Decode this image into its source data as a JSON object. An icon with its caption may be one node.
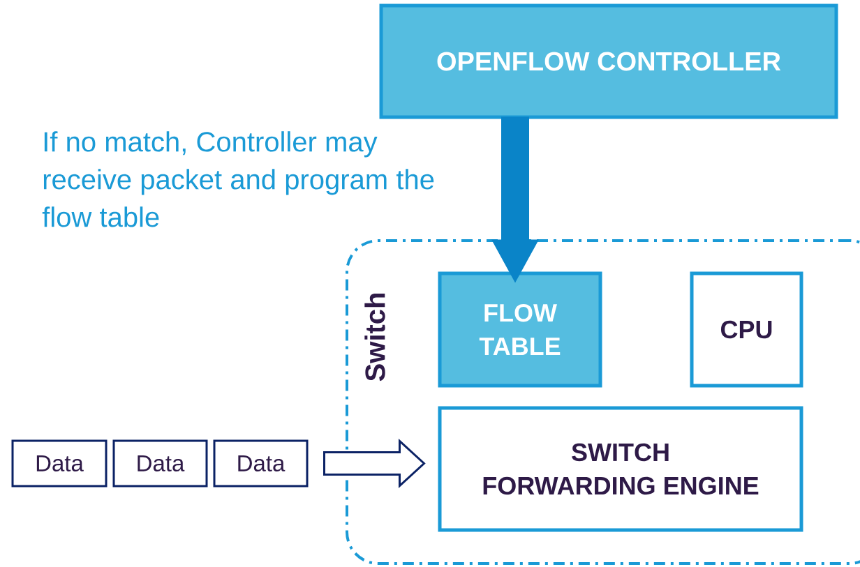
{
  "diagram": {
    "nodes": [
      {
        "text": [
          "OPENFLOW CONTROLLER"
        ]
      },
      {
        "text": [
          "Switch"
        ]
      },
      {
        "text": [
          "FLOW TABLE"
        ],
        "in": 1
      },
      {
        "text": [
          "CPU"
        ],
        "in": 1
      },
      {
        "text": [
          "SWITCH FORWARDING ENGINE"
        ],
        "in": 1
      },
      {
        "text": [
          "Data"
        ]
      },
      {
        "text": [
          "Data"
        ]
      },
      {
        "text": [
          "Data"
        ]
      }
    ],
    "edges": [
      {
        "from": 0,
        "to": 2,
        "arrow": "to",
        "style": "thick",
        "color": "#0a84c8"
      },
      {
        "from": 7,
        "to": 4,
        "arrow": "to",
        "color": "#0b2265"
      }
    ],
    "labels": [
      "If no match, Controller may receive packet and program the flow table"
    ]
  }
}
